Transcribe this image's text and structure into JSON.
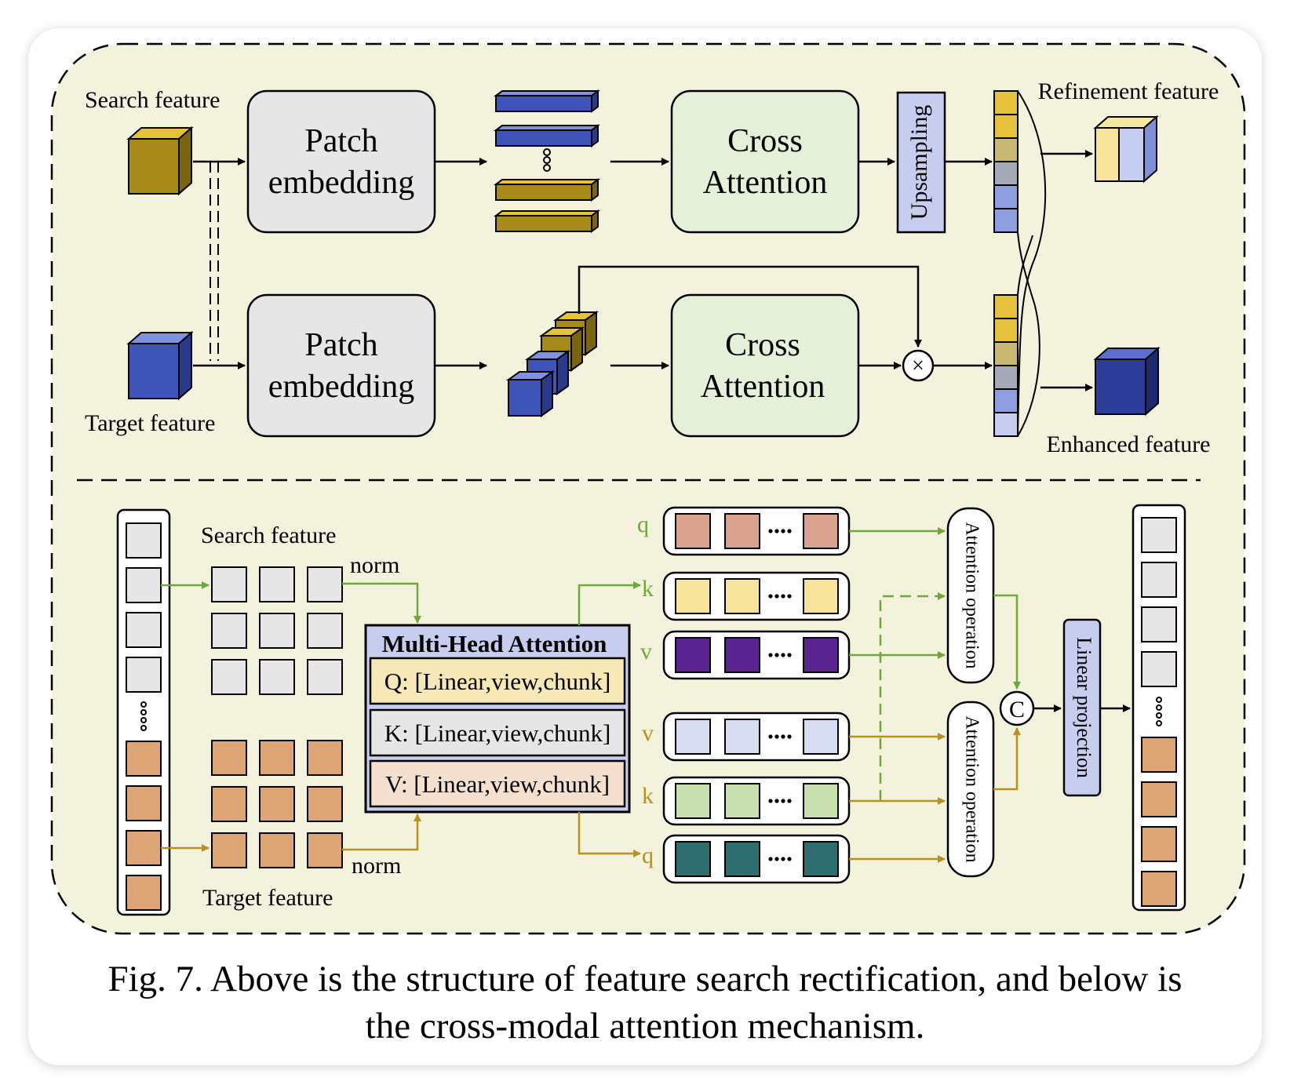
{
  "top": {
    "search_label": "Search feature",
    "target_label": "Target feature",
    "patch_top_1": "Patch",
    "patch_top_2": "embedding",
    "patch_bot_1": "Patch",
    "patch_bot_2": "embedding",
    "cross_top_1": "Cross",
    "cross_top_2": "Attention",
    "cross_bot_1": "Cross",
    "cross_bot_2": "Attention",
    "upsampling": "Upsampling",
    "multiply_symbol": "×",
    "refinement_label": "Refinement feature",
    "enhanced_label": "Enhanced feature"
  },
  "bottom": {
    "search_label": "Search feature",
    "target_label": "Target feature",
    "norm_top": "norm",
    "norm_bottom": "norm",
    "mha_title": "Multi-Head Attention",
    "mha_q": "Q: [Linear,view,chunk]",
    "mha_k": "K: [Linear,view,chunk]",
    "mha_v": "V: [Linear,view,chunk]",
    "q1": "q",
    "k1": "k",
    "v1": "v",
    "v2": "v",
    "k2": "k",
    "q2": "q",
    "attn_op_1": "Attention operation",
    "attn_op_2": "Attention operation",
    "concat_symbol": "C",
    "linear_projection": "Linear projection"
  },
  "caption": {
    "line1": "Fig. 7. Above is the structure of feature search rectification, and below is",
    "line2": "the cross-modal attention mechanism."
  },
  "colors": {
    "panel_bg": "#f3f2dc",
    "gold": "#a88a1a",
    "blue": "#3f54b8",
    "green_box": "#e4f0d8",
    "grey_box": "#e6e6e6",
    "green_arrow": "#70a83a",
    "orange_arrow": "#b8901e",
    "salmon": "#d9a390",
    "yellow": "#f7e49a",
    "purple": "#5a2590",
    "light_blue": "#d7dcf0",
    "light_green": "#c8e0b0",
    "teal": "#2f6e6e",
    "tan": "#dda576"
  }
}
